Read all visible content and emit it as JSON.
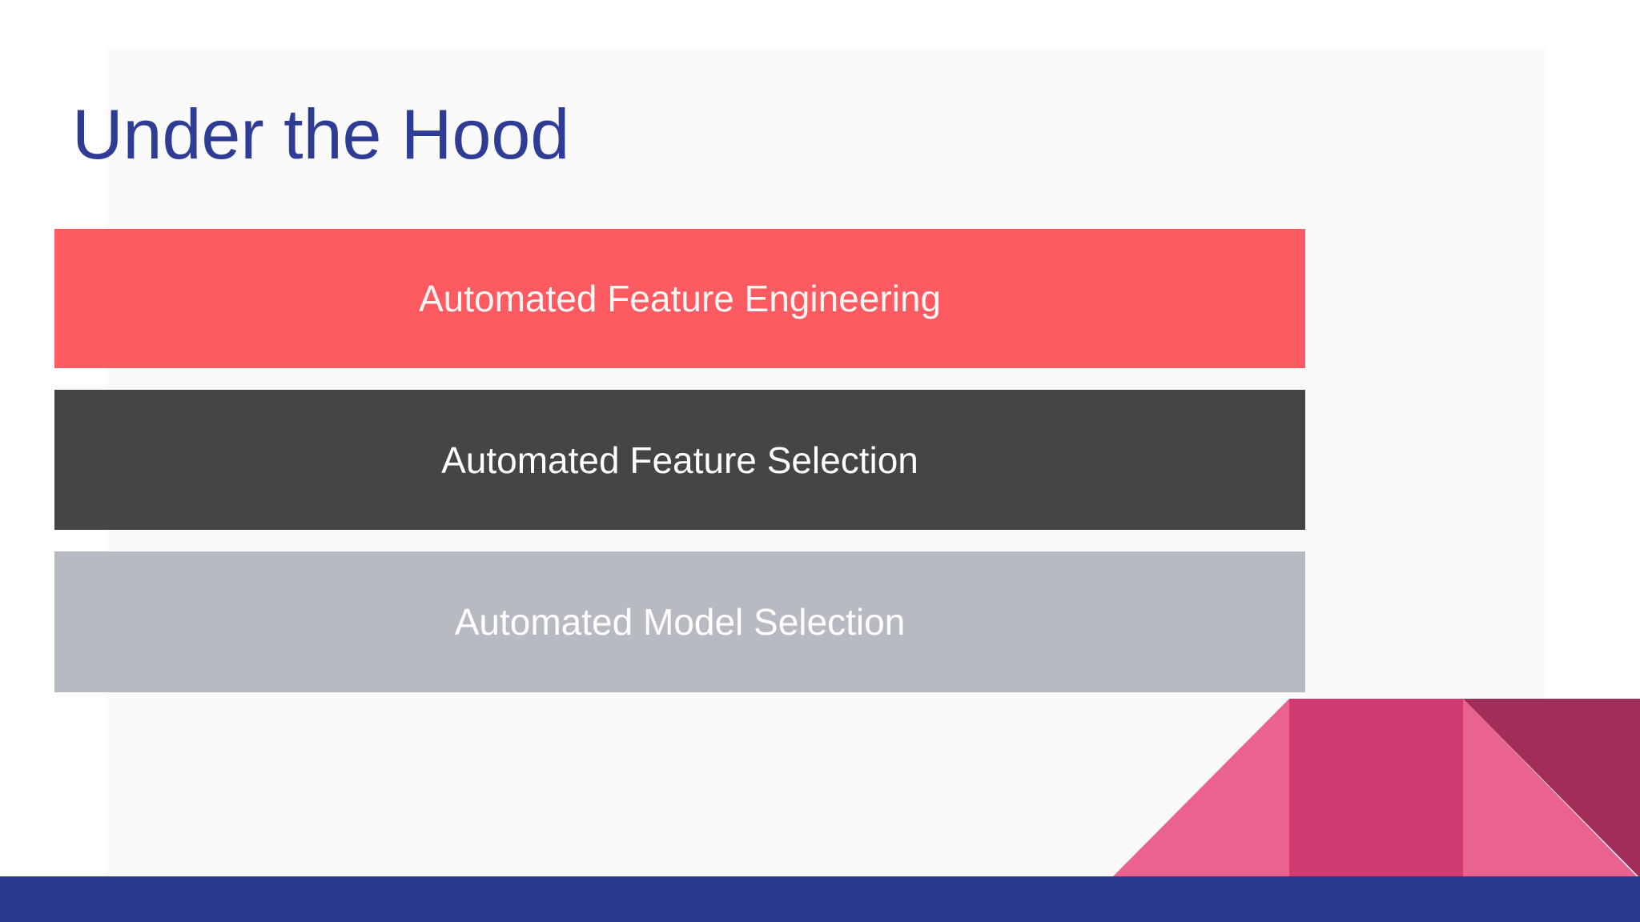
{
  "slide": {
    "title": "Under the Hood",
    "title_color": "#2E3C95",
    "canvas_bg": "#FFFFFF",
    "panel_bg": "#FAFAFB"
  },
  "bars": [
    {
      "label": "Automated Feature Engineering",
      "bg": "#FD5A61",
      "fg": "#FAF7F5"
    },
    {
      "label": "Automated Feature Selection",
      "bg": "#454546",
      "fg": "#FFFFFF"
    },
    {
      "label": "Automated Model Selection",
      "bg": "#B7BBC1",
      "fg": "#FFFFFF"
    }
  ],
  "decoration": {
    "triangle_light": "#EA6390",
    "rect_mid": "#D23A72",
    "triangle_dark": "#A12D59"
  },
  "footer": {
    "bar_color": "#2B398C"
  }
}
